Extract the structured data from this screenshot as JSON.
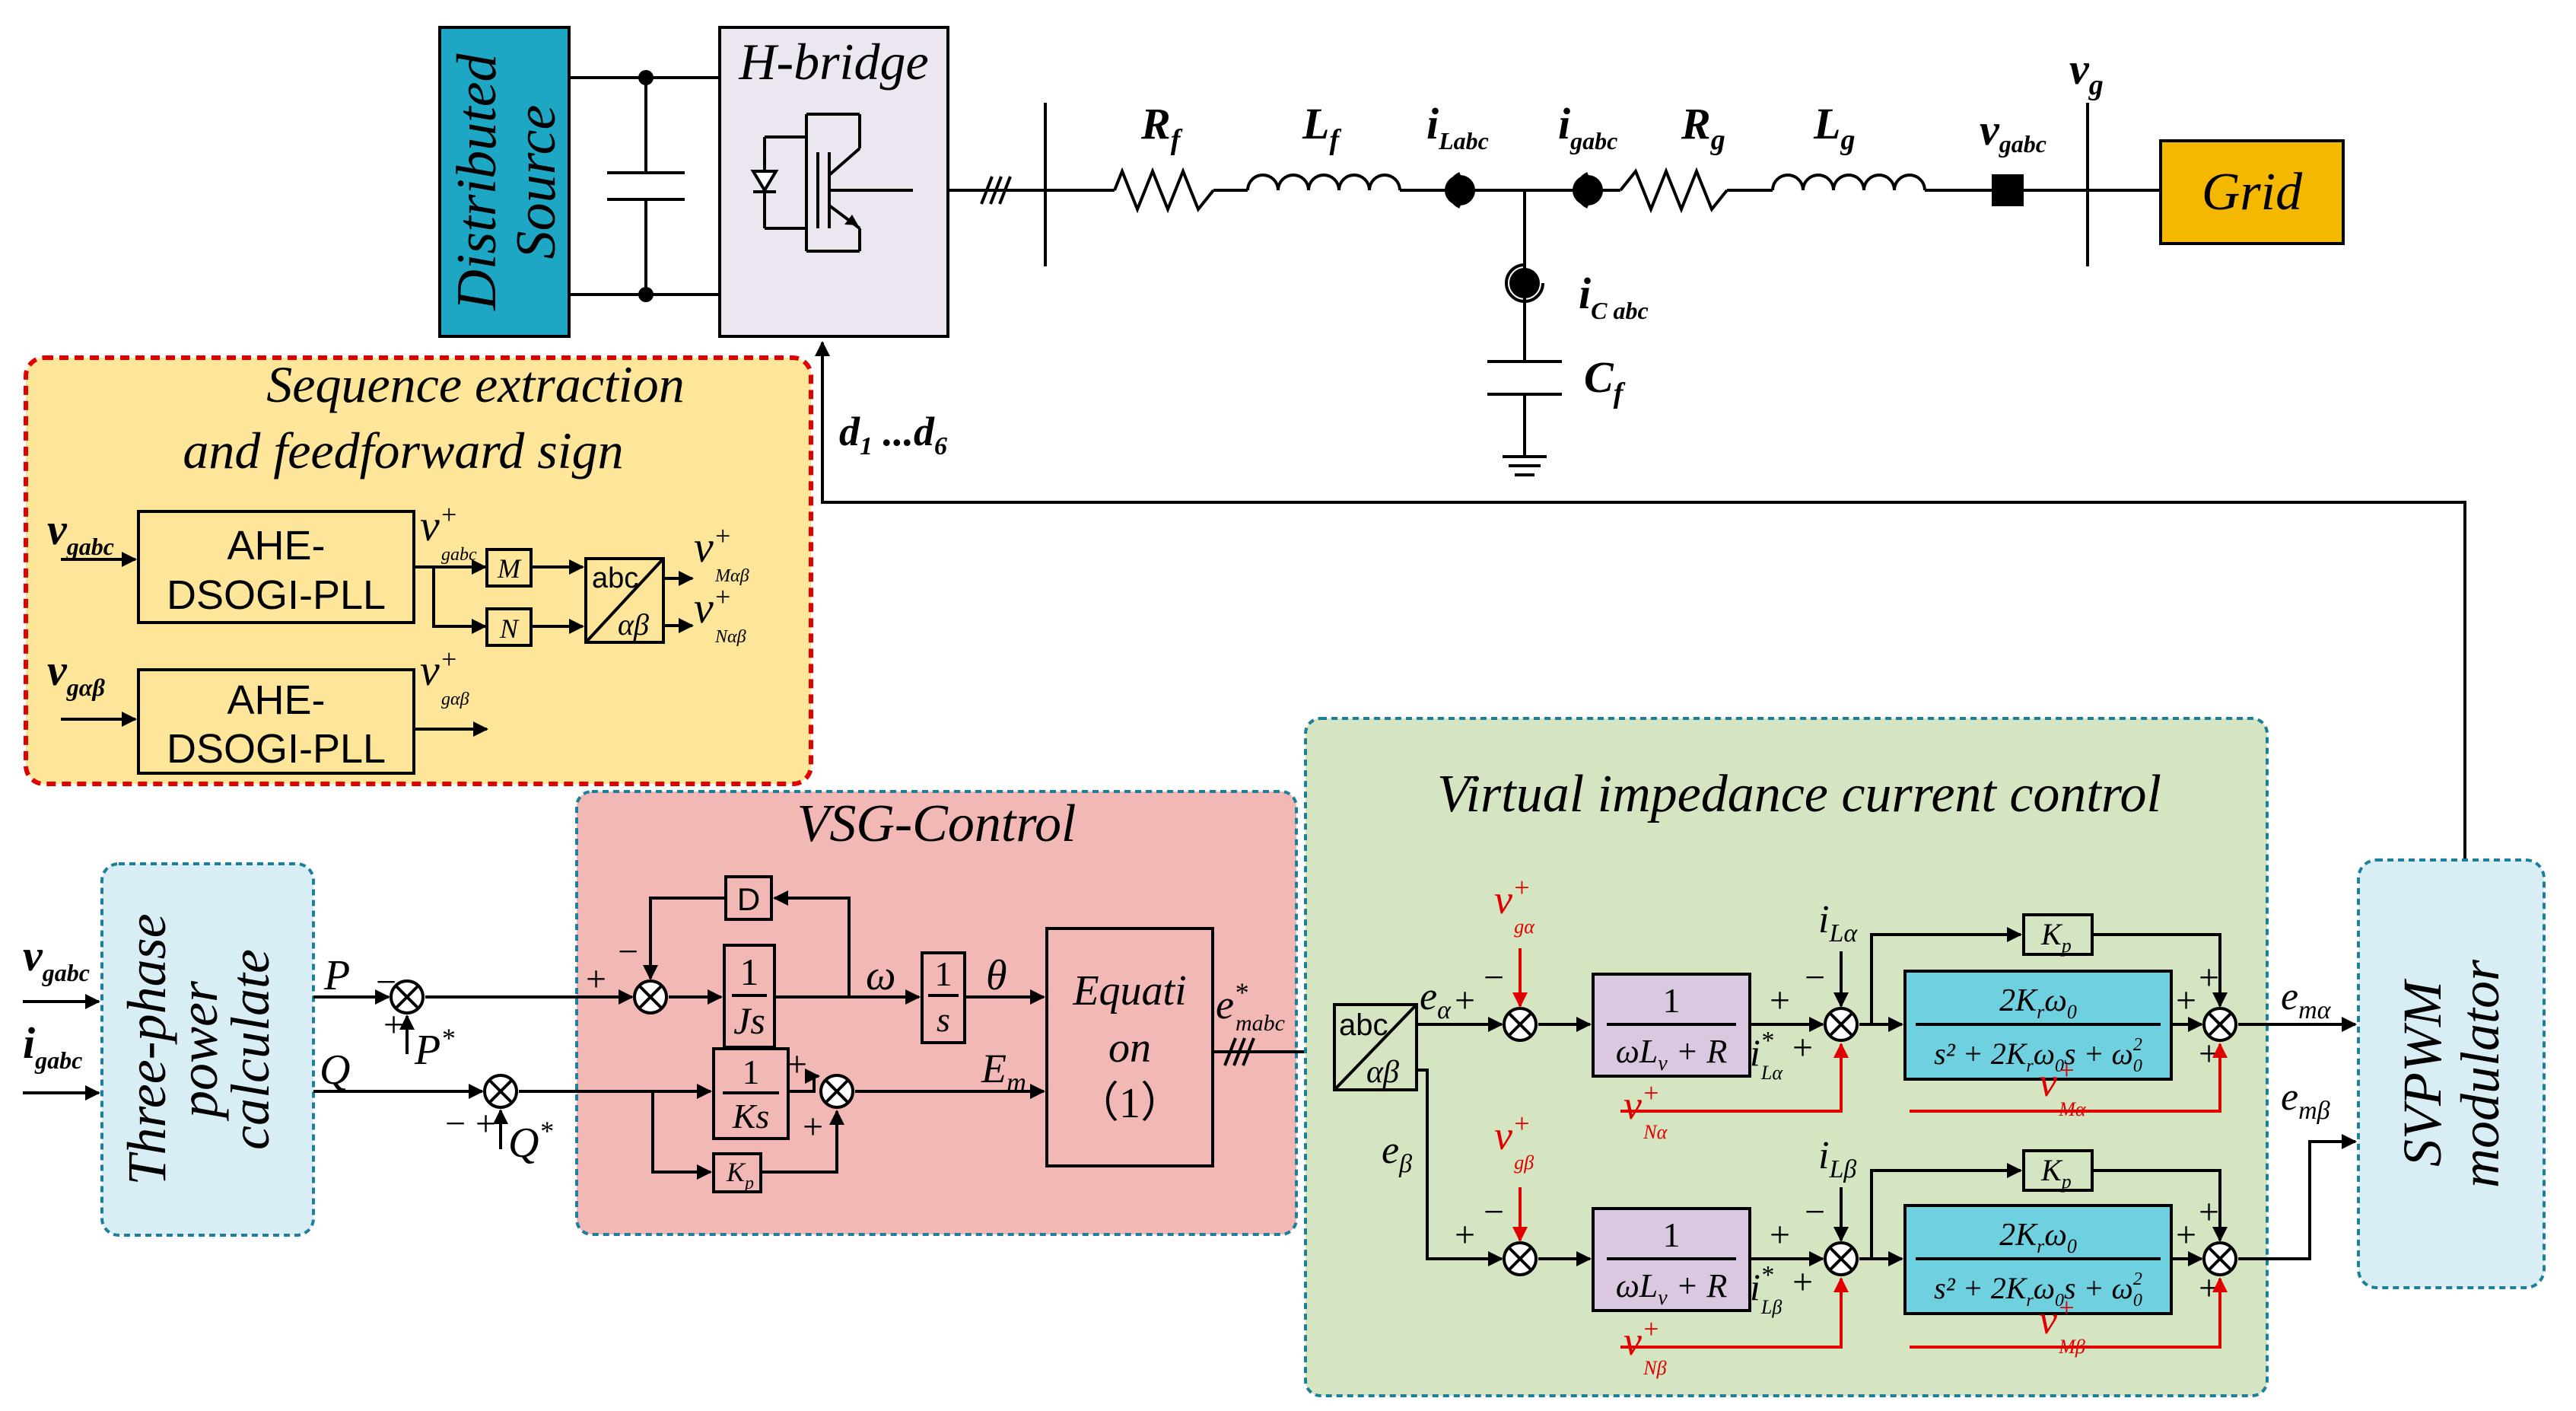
{
  "colors": {
    "distributed_source": "#1ea7c4",
    "h_bridge": "#ece6f0",
    "grid": "#f5b800",
    "sequence_panel": "#fde59a",
    "sequence_border": "#e00000",
    "vsg_panel": "#f2b8b6",
    "vi_panel": "#d5e4c1",
    "side_blocks": "#d9edf4",
    "purple_block": "#d9c8e0",
    "cyan_block": "#6fd0e0",
    "red_signal": "#e00000"
  },
  "power_stage": {
    "distributed_source": [
      "Distributed",
      "Source"
    ],
    "h_bridge": "H-bridge",
    "grid": "Grid",
    "rf": "R",
    "rf_sub": "f",
    "lf": "L",
    "lf_sub": "f",
    "ilabc": "i",
    "ilabc_sub": "Labc",
    "igabc": "i",
    "igabc_sub": "gabc",
    "rg": "R",
    "rg_sub": "g",
    "lg": "L",
    "lg_sub": "g",
    "vgabc": "v",
    "vgabc_sub": "gabc",
    "vg": "v",
    "vg_sub": "g",
    "icabc": "i",
    "icabc_sub": "C abc",
    "cf": "C",
    "cf_sub": "f",
    "duty": "d",
    "duty_sub1": "1",
    "duty_mid": " ...d",
    "duty_sub2": "6"
  },
  "sequence": {
    "title_line1": "Sequence extraction",
    "title_line2": "and feedforward sign",
    "in1": "v",
    "in1_sub": "gabc",
    "in2": "v",
    "in2_sub": "gαβ",
    "pll_line1": "AHE-",
    "pll_line2": "DSOGI-PLL",
    "out1": "v",
    "out1_sup": "+",
    "out1_sub": "gabc",
    "out2": "v",
    "out2_sup": "+",
    "out2_sub": "gαβ",
    "m": "M",
    "n": "N",
    "abc": "abc",
    "alphabeta": "αβ",
    "vm": "v",
    "vm_sup": "+",
    "vm_sub": "Mαβ",
    "vn": "v",
    "vn_sup": "+",
    "vn_sub": "Nαβ"
  },
  "left": {
    "vgabc": "v",
    "vgabc_sub": "gabc",
    "igabc": "i",
    "igabc_sub": "gabc",
    "power_calc": [
      "Three-phase",
      "power",
      "calculate"
    ],
    "p": "P",
    "q": "Q",
    "pstar": "P",
    "qstar": "Q",
    "star": "*",
    "minus": "−",
    "plus": "+"
  },
  "vsg": {
    "title": "VSG-Control",
    "d": "D",
    "one": "1",
    "js": "Js",
    "s": "s",
    "ks": "Ks",
    "kp": "K",
    "kp_sub": "p",
    "omega": "ω",
    "theta": "θ",
    "em": "E",
    "em_sub": "m",
    "eq_line1": "Equati",
    "eq_line2": "on",
    "eq_line3": "（1）",
    "emabc": "e",
    "emabc_sup": "*",
    "emabc_sub": "mabc"
  },
  "vi": {
    "title": "Virtual impedance current control",
    "abc": "abc",
    "alphabeta": "αβ",
    "ealpha": "e",
    "ealpha_sub": "α",
    "ebeta": "e",
    "ebeta_sub": "β",
    "vga": "v",
    "vga_sup": "+",
    "vga_sub": "gα",
    "vgb": "v",
    "vgb_sup": "+",
    "vgb_sub": "gβ",
    "vna": "v",
    "vna_sup": "+",
    "vna_sub": "Nα",
    "vnb": "v",
    "vnb_sup": "+",
    "vnb_sub": "Nβ",
    "vma": "v",
    "vma_sup": "+",
    "vma_sub": "Mα",
    "vmb": "v",
    "vmb_sup": "+",
    "vmb_sub": "Mβ",
    "ila": "i",
    "ila_sub": "Lα",
    "ilb": "i",
    "ilb_sub": "Lβ",
    "ilas": "i",
    "ilas_sup": "*",
    "ilas_sub": "Lα",
    "ilbs": "i",
    "ilbs_sup": "*",
    "ilbs_sub": "Lβ",
    "imp_num": "1",
    "imp_den": "ωL",
    "imp_den_sub": "v",
    "imp_den_tail": " + R",
    "kp": "K",
    "kp_sub": "p",
    "pr_num": "2K",
    "pr_num_sub": "r",
    "pr_num_tail": "ω",
    "pr_num_sub2": "0",
    "pr_den": "s² + 2K",
    "pr_den_sub": "r",
    "pr_den_mid": "ω",
    "pr_den_sub2": "0",
    "pr_den_tail": "s + ω",
    "pr_den_sub3": "0",
    "pr_den_sup3": "2",
    "ema": "e",
    "ema_sub": "mα",
    "emb": "e",
    "emb_sub": "mβ"
  },
  "svpwm": [
    "SVPWM",
    "modulator"
  ]
}
